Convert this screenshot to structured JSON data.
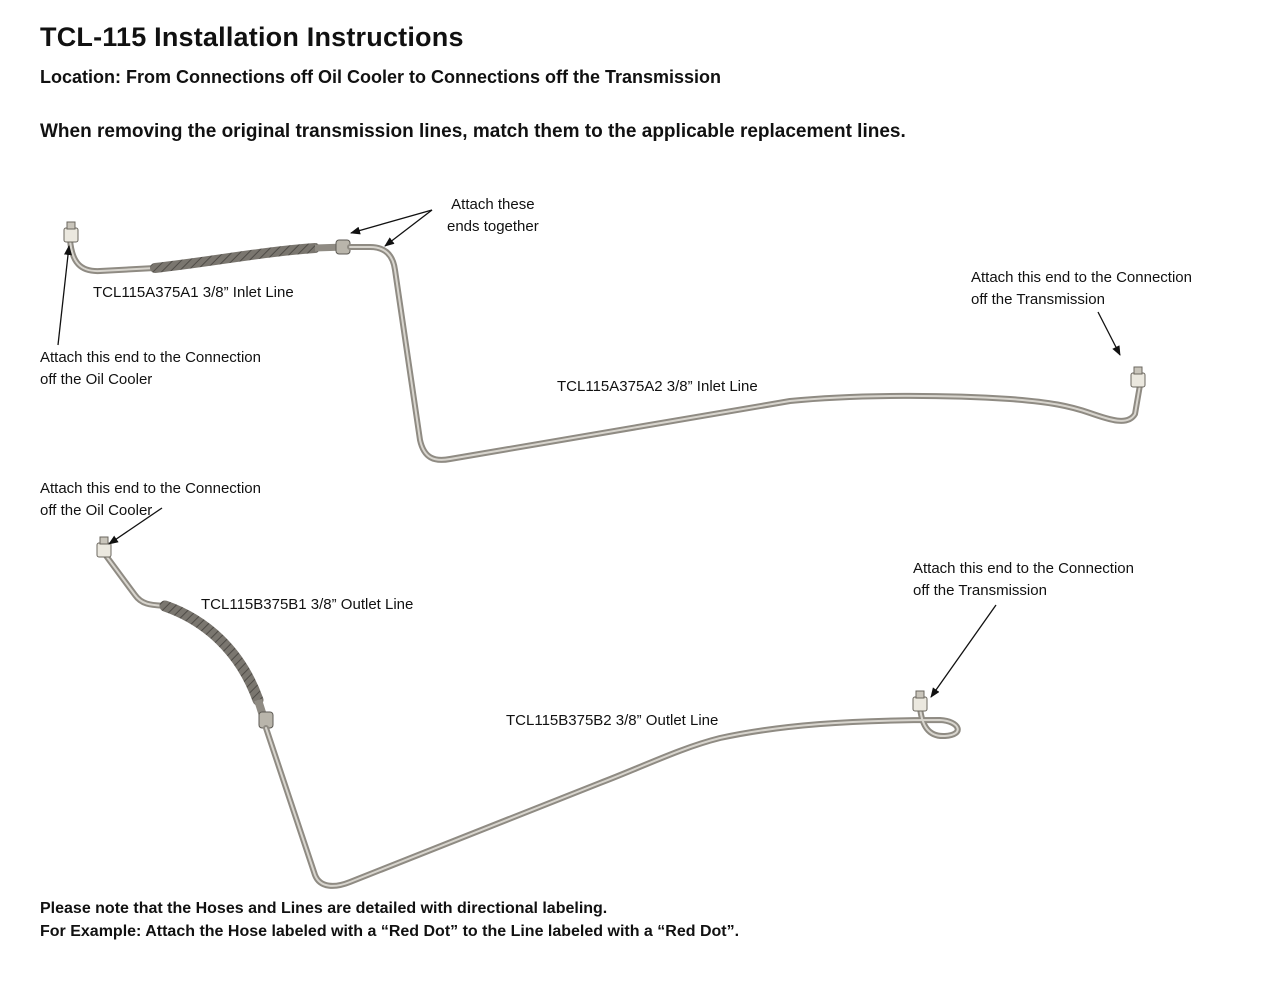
{
  "title": "TCL-115 Installation Instructions",
  "location": "Location: From Connections off Oil Cooler to Connections off the Transmission",
  "intro": "When removing the original transmission lines, match them to the applicable replacement lines.",
  "callouts": {
    "attach_together": [
      "Attach these",
      "ends together"
    ],
    "a1_label": "TCL115A375A1 3/8” Inlet Line",
    "a2_label": "TCL115A375A2  3/8” Inlet Line",
    "inlet_cooler": [
      "Attach this end to the Connection",
      "off the Oil Cooler"
    ],
    "inlet_trans": [
      "Attach this end to the Connection",
      "off the Transmission"
    ],
    "outlet_cooler": [
      "Attach this end to the Connection",
      "off the Oil Cooler"
    ],
    "b1_label": "TCL115B375B1 3/8” Outlet Line",
    "b2_label": "TCL115B375B2 3/8” Outlet Line",
    "outlet_trans": [
      "Attach this end to the Connection",
      "off the Transmission"
    ]
  },
  "notes": [
    "Please note that the Hoses and Lines are detailed with directional labeling.",
    "For Example: Attach the Hose labeled with a “Red Dot” to the Line labeled with a “Red Dot”."
  ],
  "colors": {
    "tube": "#9a968e",
    "tube_highlight": "#d8d5ce",
    "hose": "#6e6a63",
    "fitting": "#e9e6dd",
    "arrow": "#111111"
  }
}
